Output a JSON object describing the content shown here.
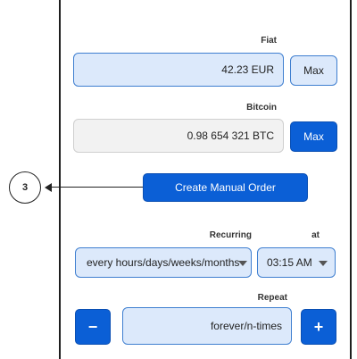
{
  "fiat": {
    "label": "Fiat",
    "value": "42.23 EUR",
    "max_label": "Max"
  },
  "bitcoin": {
    "label": "Bitcoin",
    "value": "0.98 654 321 BTC",
    "max_label": "Max"
  },
  "order": {
    "create_label": "Create Manual Order"
  },
  "annotation": {
    "number": "3"
  },
  "recurring": {
    "label": "Recurring",
    "value": "every hours/days/weeks/months"
  },
  "at": {
    "label": "at",
    "value": "03:15 AM"
  },
  "repeat": {
    "label": "Repeat",
    "value": "forever/n-times",
    "minus": "−",
    "plus": "+"
  },
  "colors": {
    "accent": "#0b5fd6",
    "field_bg": "#dce9fb",
    "field_border": "#3f7fd0"
  }
}
